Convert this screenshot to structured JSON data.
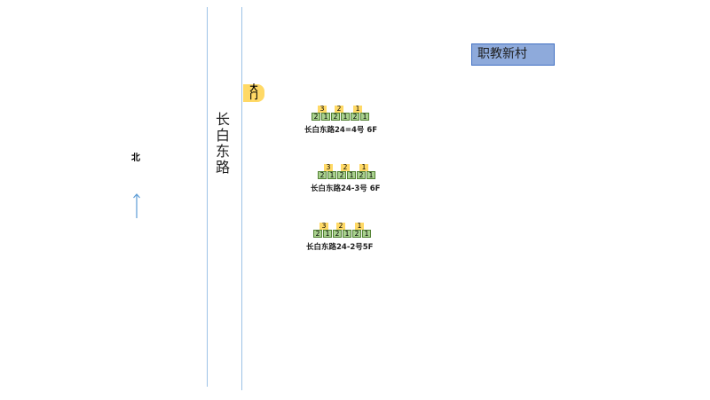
{
  "road": {
    "name_chars": [
      "长",
      "白",
      "东",
      "路"
    ]
  },
  "gate": {
    "chars": [
      "大",
      "门"
    ]
  },
  "village": {
    "label": "职教新村"
  },
  "north": {
    "label": "北"
  },
  "buildings": [
    {
      "label": "长白东路24=4号 6F",
      "units": [
        "3",
        "2",
        "1"
      ],
      "cells": [
        "2",
        "1",
        "2",
        "1",
        "2",
        "1"
      ]
    },
    {
      "label": "长白东路24-3号 6F",
      "units": [
        "3",
        "2",
        "1"
      ],
      "cells": [
        "2",
        "1",
        "2",
        "1",
        "2",
        "1"
      ]
    },
    {
      "label": "长白东路24-2号5F",
      "units": [
        "3",
        "2",
        "1"
      ],
      "cells": [
        "2",
        "1",
        "2",
        "1",
        "2",
        "1"
      ]
    }
  ],
  "colors": {
    "road": "#9dc3e6",
    "gate": "#ffd966",
    "unit": "#ffd966",
    "cell": "#a9d18e",
    "village": "#8eaadb"
  }
}
